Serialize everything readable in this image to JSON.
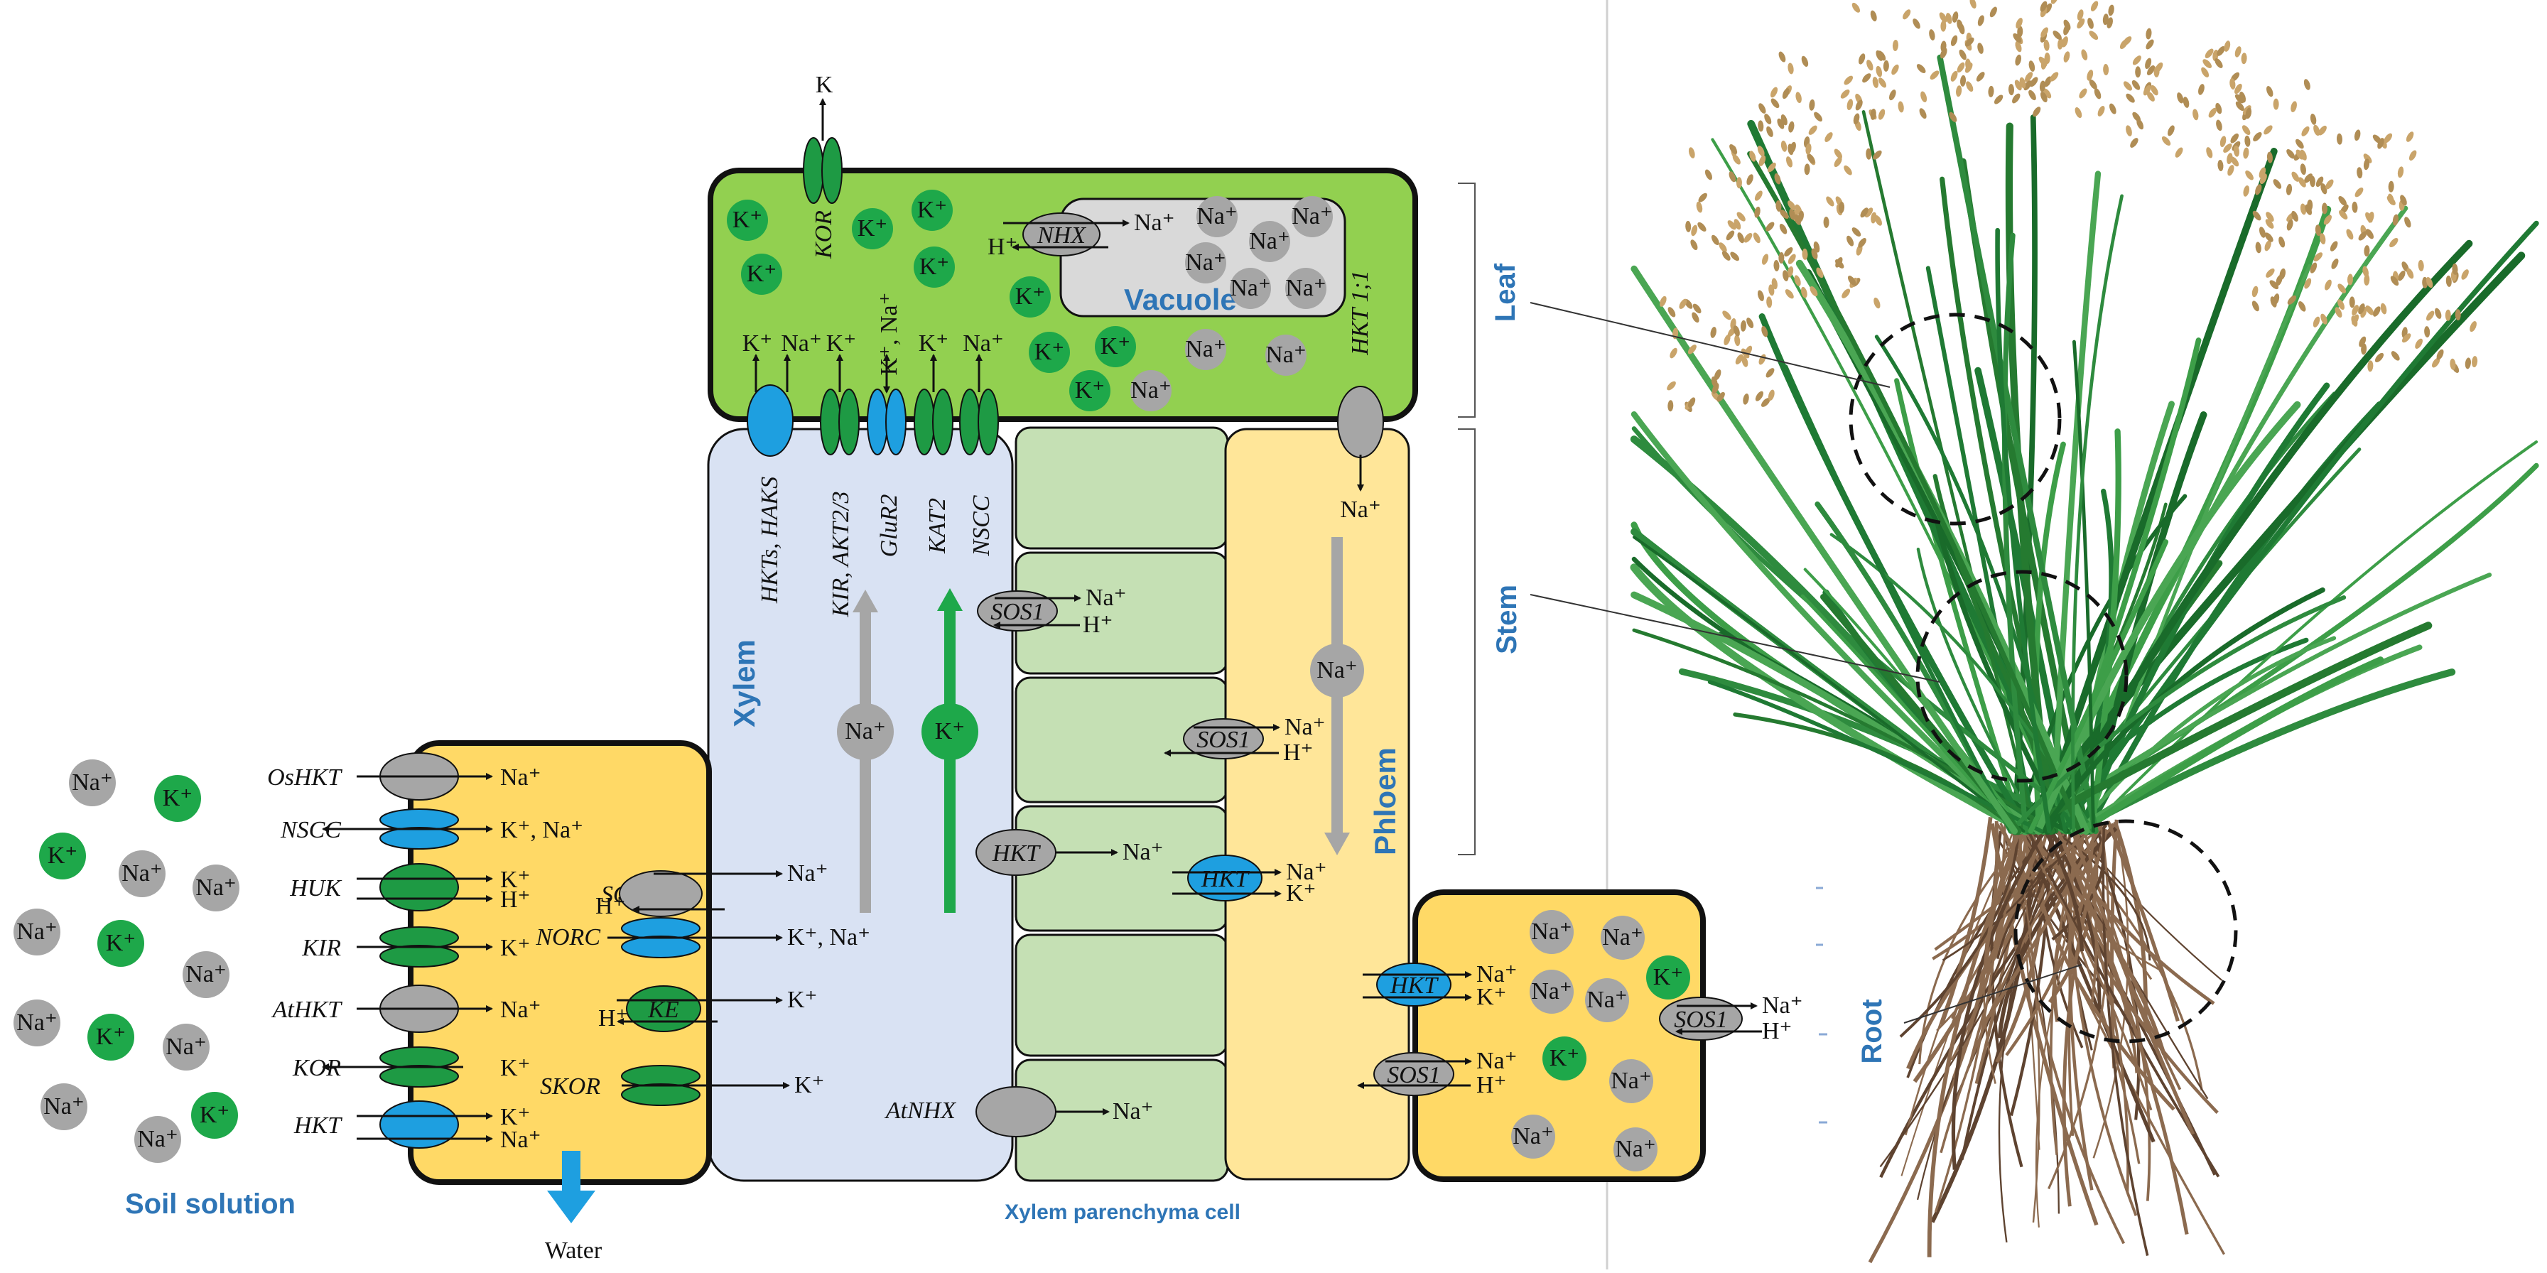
{
  "labels": {
    "soil_solution": "Soil solution",
    "water": "Water",
    "xylem": "Xylem",
    "phloem": "Phloem",
    "vacuole": "Vacuole",
    "xylem_parenchyma": "Xylem parenchyma cell",
    "leaf": "Leaf",
    "stem": "Stem",
    "root": "Root"
  },
  "ions": {
    "k_plus": "K⁺",
    "na_plus": "Na⁺",
    "h_plus": "H⁺",
    "k": "K",
    "na": "Na",
    "k_na": "K⁺, Na⁺"
  },
  "transporters": {
    "oshkt": "OsHKT",
    "nscc": "NSCC",
    "huk": "HUK",
    "kir": "KIR",
    "athkt": "AtHKT",
    "kor": "KOR",
    "hkt": "HKT",
    "sos1": "SOS1",
    "norc": "NORC",
    "ke": "KE",
    "skor": "SKOR",
    "atnhx": "AtNHX",
    "nhx": "NHX",
    "hkts_haks": "HKTs, HAKS",
    "kir_akt": "KIR, AKT2/3",
    "glur2": "GluR2",
    "kat2": "KAT2",
    "hkt11": "HKT 1;1"
  },
  "colors": {
    "potassium": "#1ea84a",
    "sodium": "#a6a6a6",
    "channel_blue": "#1e9fe0",
    "channel_green": "#1e9a44",
    "leaf_cell": "#92d050",
    "root_cell": "#ffd966",
    "xylem": "#d9e2f3",
    "parenchyma": "#c5e0b4",
    "phloem": "#ffe699",
    "label_blue": "#2e75b6"
  }
}
